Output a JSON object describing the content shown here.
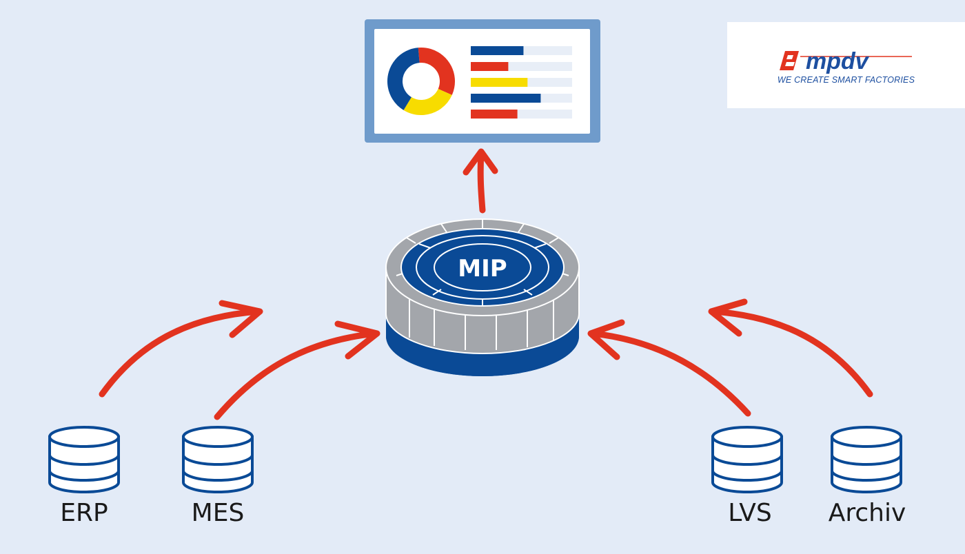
{
  "hub": {
    "label": "MIP"
  },
  "sources": [
    {
      "label": "ERP"
    },
    {
      "label": "MES"
    },
    {
      "label": "LVS"
    },
    {
      "label": "Archiv"
    }
  ],
  "logo": {
    "wordmark": "mpdv",
    "tagline": "WE CREATE SMART FACTORIES"
  },
  "colors": {
    "background": "#e3ebf7",
    "brand_blue": "#0a4a96",
    "arrow_red": "#e2331f",
    "accent_yellow": "#f7dc00",
    "ring_gray": "#a3a6ab",
    "monitor_frame": "#6f9bcb"
  },
  "dashboard": {
    "donut_segments": [
      {
        "color": "#e2331f",
        "share": 0.33
      },
      {
        "color": "#f7dc00",
        "share": 0.27
      },
      {
        "color": "#0a4a96",
        "share": 0.4
      }
    ],
    "bars": [
      {
        "color": "#0a4a96",
        "value": 0.52
      },
      {
        "color": "#e2331f",
        "value": 0.37
      },
      {
        "color": "#f7dc00",
        "value": 0.56
      },
      {
        "color": "#0a4a96",
        "value": 0.69
      },
      {
        "color": "#e2331f",
        "value": 0.46
      }
    ]
  }
}
